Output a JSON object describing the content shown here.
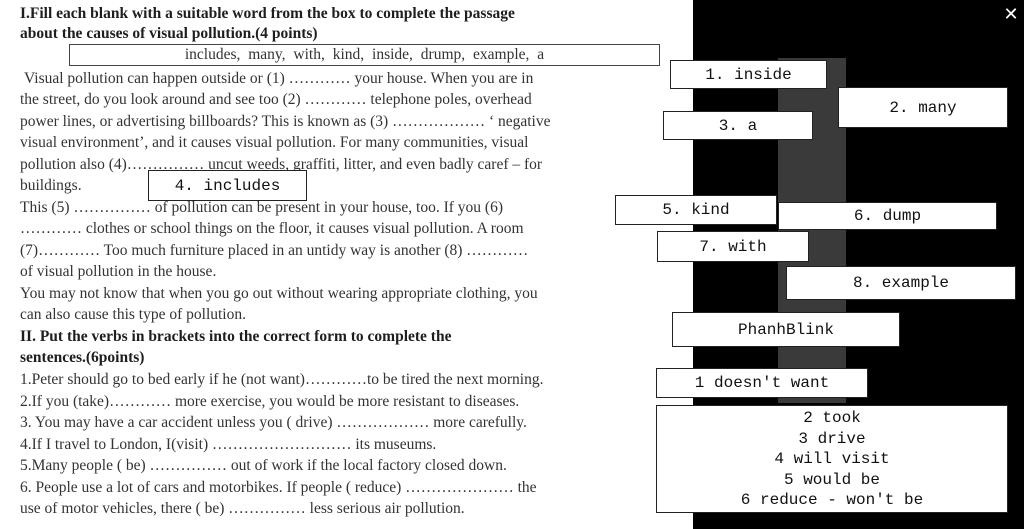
{
  "window": {
    "close_label": "✕"
  },
  "worksheet": {
    "lines": [
      "I.Fill each blank with a suitable word from the box to complete the passage",
      "about the causes of visual pollution.(4 points)",
      "Visual pollution can happen outside or (1) ………… your house. When you are in",
      "the street, do you look around and see too (2) ………… telephone poles, overhead",
      "power lines, or advertising billboards? This is known as (3) ……………… ‘ negative",
      "visual environment’, and it causes visual pollution. For many communities, visual",
      "pollution also (4)…………… uncut weeds, graffiti, litter, and even badly caref – for",
      "buildings.",
      "This (5) …………… of pollution can be present in your house, too. If you (6)",
      "………… clothes or school things on the floor, it causes visual pollution. A room",
      "(7)………… Too much furniture placed in an untidy way is another (8) …………",
      "of visual pollution in the house.",
      "You may not know that when you go out without wearing appropriate clothing, you",
      "can also cause this type of pollution.",
      "II. Put the verbs in brackets into the correct form to complete the",
      "sentences.(6points)",
      "1.Peter should go to bed early if he (not want)…………to be tired the next morning.",
      "2.If you (take)………… more exercise, you would be more resistant to diseases.",
      "3. You may have a car accident unless you ( drive) ……………… more carefully.",
      "4.If I travel to London, I(visit) ……………………… its museums.",
      "5.Many people ( be) …………… out of work if the local factory closed down.",
      "6. People use a lot of cars and motorbikes. If people ( reduce) ………………… the",
      "use of motor vehicles, there ( be) …………… less serious air pollution."
    ],
    "word_box": "includes,  many,  with,  kind,  inside,  drump,  example,  a"
  },
  "answers": {
    "a1": "1. inside",
    "a2": "2. many",
    "a3": "3. a",
    "a4": "4. includes",
    "a5": "5. kind",
    "a6": "6. dump",
    "a7": "7. with",
    "a8": "8. example",
    "author": "PhanhBlink",
    "b1": "1 doesn't want",
    "b_rest": [
      "2 took",
      "3 drive",
      "4 will visit",
      "5 would be",
      "6 reduce - won't be"
    ]
  }
}
